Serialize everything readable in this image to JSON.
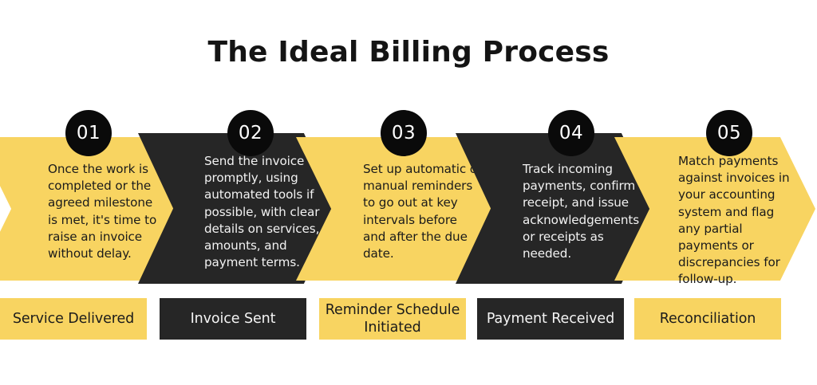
{
  "header": {
    "title": "The Ideal Billing Process"
  },
  "colors": {
    "accent_yellow": "#F8D461",
    "dark": "#262626",
    "badge": "#0a0a0a",
    "text_on_yellow": "#1b1b1b",
    "text_on_dark": "#f2f2f2",
    "background": "#ffffff"
  },
  "steps": [
    {
      "number": "01",
      "theme": "yellow",
      "body": "Once the work is completed or the agreed milestone is met, it's time to raise an invoice without delay.",
      "label": "Service Delivered"
    },
    {
      "number": "02",
      "theme": "dark",
      "body": "Send the invoice promptly, using automated tools if possible, with clear details on services, amounts, and payment terms.",
      "label": "Invoice Sent"
    },
    {
      "number": "03",
      "theme": "yellow",
      "body": "Set up automatic or manual reminders to go out at key intervals before and after the due date.",
      "label": "Reminder Schedule Initiated"
    },
    {
      "number": "04",
      "theme": "dark",
      "body": "Track incoming payments, confirm receipt, and issue acknowledgements or receipts as needed.",
      "label": "Payment Received"
    },
    {
      "number": "05",
      "theme": "yellow",
      "body": "Match payments against invoices in your accounting system and flag any partial payments or discrepancies for follow-up.",
      "label": "Reconciliation"
    }
  ]
}
